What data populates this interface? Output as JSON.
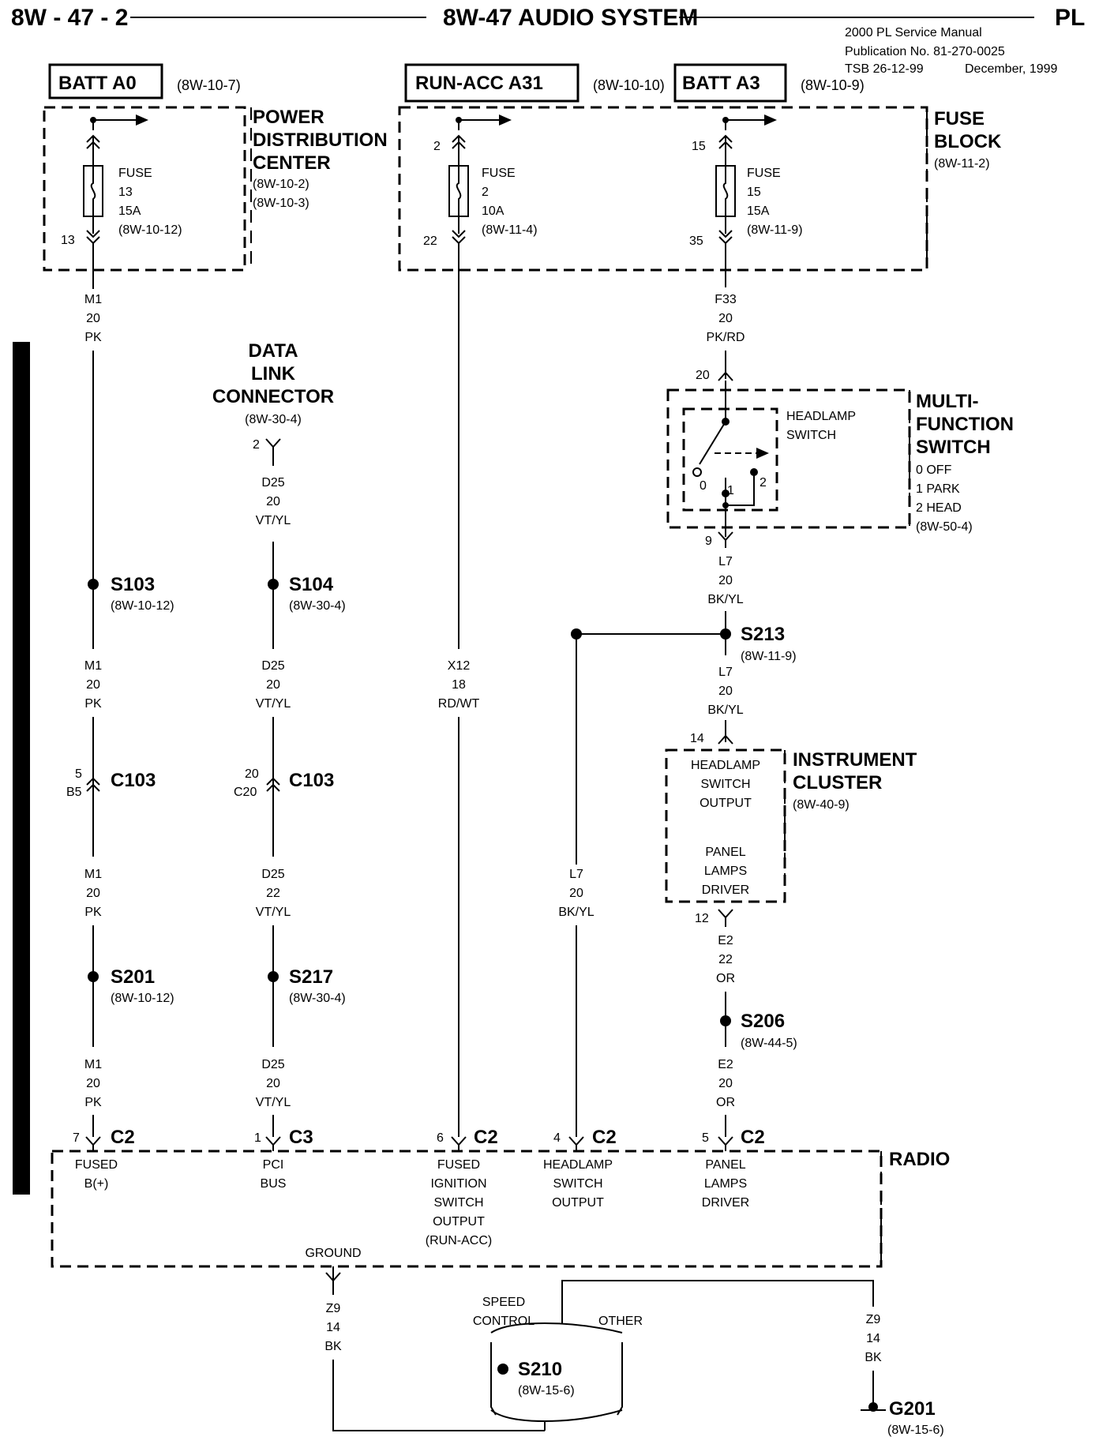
{
  "header": {
    "page_number": "8W - 47 - 2",
    "title": "8W-47 AUDIO SYSTEM",
    "vehicle_code": "PL",
    "manual_lines": [
      "2000 PL Service Manual",
      "Publication No. 81-270-0025",
      "TSB 26-12-99",
      "December, 1999"
    ]
  },
  "sources": {
    "batt_a0": {
      "label": "BATT A0",
      "ref": "(8W-10-7)"
    },
    "run_acc_a31": {
      "label": "RUN-ACC A31",
      "ref": "(8W-10-10)"
    },
    "batt_a3": {
      "label": "BATT A3",
      "ref": "(8W-10-9)"
    }
  },
  "pdc": {
    "title_lines": [
      "POWER",
      "DISTRIBUTION",
      "CENTER"
    ],
    "refs": [
      "(8W-10-2)",
      "(8W-10-3)"
    ],
    "fuse": {
      "lines": [
        "FUSE",
        "13",
        "15A",
        "(8W-10-12)"
      ],
      "pin_in": "",
      "pin_out": "13"
    }
  },
  "fuse_block": {
    "title_lines": [
      "FUSE",
      "BLOCK"
    ],
    "ref": "(8W-11-2)",
    "fuse2": {
      "lines": [
        "FUSE",
        "2",
        "10A",
        "(8W-11-4)"
      ],
      "pin_in": "2",
      "pin_out": "22"
    },
    "fuse15": {
      "lines": [
        "FUSE",
        "15",
        "15A",
        "(8W-11-9)"
      ],
      "pin_in": "15",
      "pin_out": "35"
    }
  },
  "dlc": {
    "title_lines": [
      "DATA",
      "LINK",
      "CONNECTOR"
    ],
    "ref": "(8W-30-4)",
    "pin": "2"
  },
  "mfs": {
    "title_lines": [
      "MULTI-",
      "FUNCTION",
      "SWITCH"
    ],
    "positions": [
      "0 OFF",
      "1 PARK",
      "2 HEAD"
    ],
    "ref": "(8W-50-4)",
    "inner_label": [
      "HEADLAMP",
      "SWITCH"
    ],
    "contacts": [
      "0",
      "1",
      "2"
    ],
    "pin_in": "20",
    "pin_out": "9"
  },
  "cluster": {
    "title_lines": [
      "INSTRUMENT",
      "CLUSTER"
    ],
    "ref": "(8W-40-9)",
    "out_label": [
      "HEADLAMP",
      "SWITCH",
      "OUTPUT"
    ],
    "driver_label": [
      "PANEL",
      "LAMPS",
      "DRIVER"
    ],
    "pin_in": "14",
    "pin_out": "12"
  },
  "wires": {
    "m1_a": [
      "M1",
      "20",
      "PK"
    ],
    "m1_b": [
      "M1",
      "20",
      "PK"
    ],
    "m1_c": [
      "M1",
      "20",
      "PK"
    ],
    "m1_d": [
      "M1",
      "20",
      "PK"
    ],
    "d25_a": [
      "D25",
      "20",
      "VT/YL"
    ],
    "d25_b": [
      "D25",
      "20",
      "VT/YL"
    ],
    "d25_c": [
      "D25",
      "22",
      "VT/YL"
    ],
    "d25_d": [
      "D25",
      "20",
      "VT/YL"
    ],
    "x12": [
      "X12",
      "18",
      "RD/WT"
    ],
    "f33": [
      "F33",
      "20",
      "PK/RD"
    ],
    "l7_a": [
      "L7",
      "20",
      "BK/YL"
    ],
    "l7_b": [
      "L7",
      "20",
      "BK/YL"
    ],
    "l7_c": [
      "L7",
      "20",
      "BK/YL"
    ],
    "e2_a": [
      "E2",
      "22",
      "OR"
    ],
    "e2_b": [
      "E2",
      "20",
      "OR"
    ],
    "z9_a": [
      "Z9",
      "14",
      "BK"
    ],
    "z9_b": [
      "Z9",
      "14",
      "BK"
    ]
  },
  "splices": {
    "s103": {
      "label": "S103",
      "ref": "(8W-10-12)"
    },
    "s104": {
      "label": "S104",
      "ref": "(8W-30-4)"
    },
    "s201": {
      "label": "S201",
      "ref": "(8W-10-12)"
    },
    "s217": {
      "label": "S217",
      "ref": "(8W-30-4)"
    },
    "s213": {
      "label": "S213",
      "ref": "(8W-11-9)"
    },
    "s206": {
      "label": "S206",
      "ref": "(8W-44-5)"
    },
    "s210": {
      "label": "S210",
      "ref": "(8W-15-6)"
    }
  },
  "c103": {
    "left": {
      "label": "C103",
      "pin_top": "5",
      "pin_bot": "B5"
    },
    "right": {
      "label": "C103",
      "pin_top": "20",
      "pin_bot": "C20"
    }
  },
  "radio": {
    "title": "RADIO",
    "pins": [
      {
        "pin": "7",
        "conn": "C2",
        "lines": [
          "FUSED",
          "B(+)"
        ]
      },
      {
        "pin": "1",
        "conn": "C3",
        "lines": [
          "PCI",
          "BUS"
        ]
      },
      {
        "pin": "6",
        "conn": "C2",
        "lines": [
          "FUSED",
          "IGNITION",
          "SWITCH",
          "OUTPUT",
          "(RUN-ACC)"
        ]
      },
      {
        "pin": "4",
        "conn": "C2",
        "lines": [
          "HEADLAMP",
          "SWITCH",
          "OUTPUT"
        ]
      },
      {
        "pin": "5",
        "conn": "C2",
        "lines": [
          "PANEL",
          "LAMPS",
          "DRIVER"
        ]
      }
    ],
    "ground_label": "GROUND"
  },
  "ground": {
    "speed_control": [
      "SPEED",
      "CONTROL"
    ],
    "other": "OTHER",
    "g201": {
      "label": "G201",
      "ref": "(8W-15-6)"
    }
  }
}
